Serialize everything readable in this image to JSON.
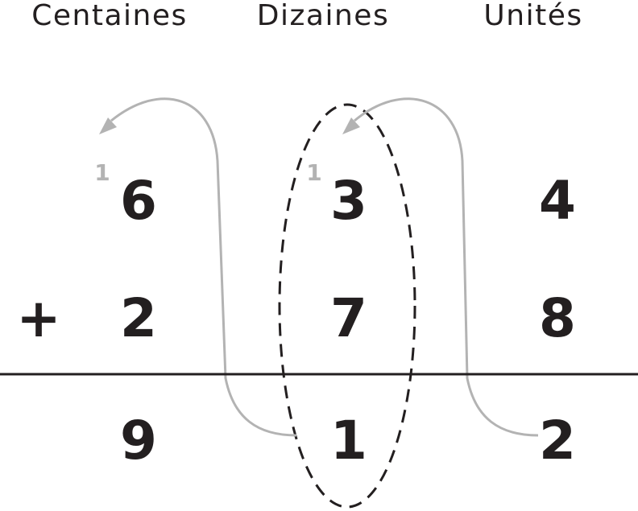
{
  "headers": {
    "hundreds": "Centaines",
    "tens": "Dizaines",
    "units": "Unités"
  },
  "operator": "+",
  "first_number": {
    "hundreds": "6",
    "tens": "3",
    "units": "4"
  },
  "second_number": {
    "hundreds": "2",
    "tens": "7",
    "units": "8"
  },
  "result": {
    "hundreds": "9",
    "tens": "1",
    "units": "2"
  },
  "carries": {
    "to_hundreds": "1",
    "to_tens": "1"
  },
  "colors": {
    "ink": "#231f20",
    "carry_arrow": "#b3b3b3"
  }
}
